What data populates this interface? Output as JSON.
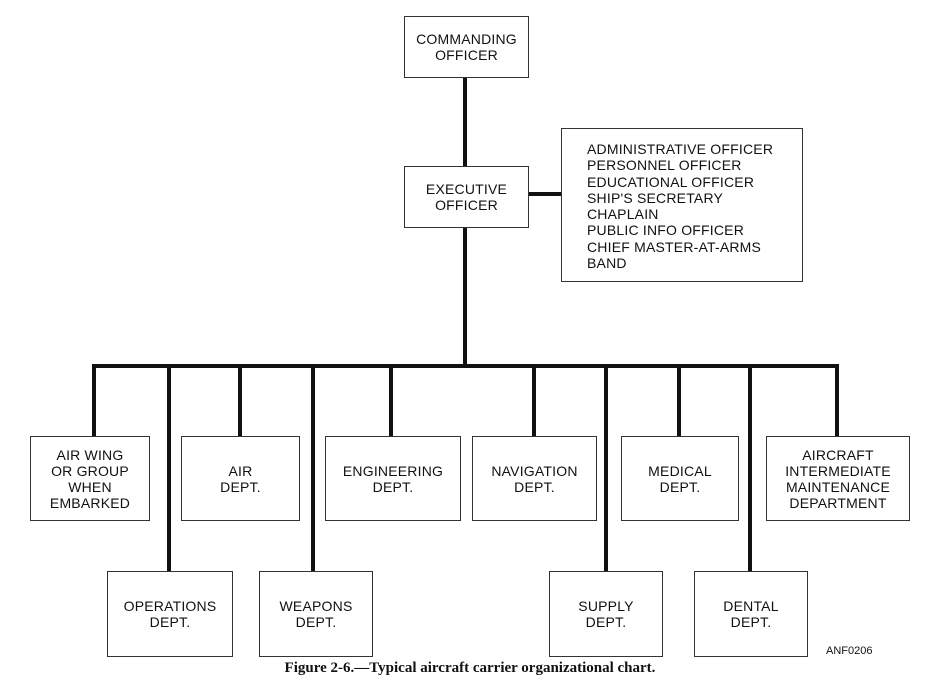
{
  "commanding_officer": "COMMANDING\nOFFICER",
  "executive_officer": "EXECUTIVE\nOFFICER",
  "staff": [
    "ADMINISTRATIVE OFFICER",
    "PERSONNEL OFFICER",
    "EDUCATIONAL OFFICER",
    "SHIP'S SECRETARY",
    "CHAPLAIN",
    "PUBLIC INFO OFFICER",
    "CHIEF MASTER-AT-ARMS",
    "BAND"
  ],
  "departments": {
    "air_wing": "AIR WING\nOR GROUP\nWHEN\nEMBARKED",
    "operations": "OPERATIONS\nDEPT.",
    "air": "AIR\nDEPT.",
    "weapons": "WEAPONS\nDEPT.",
    "engineering": "ENGINEERING\nDEPT.",
    "navigation": "NAVIGATION\nDEPT.",
    "supply": "SUPPLY\nDEPT.",
    "medical": "MEDICAL\nDEPT.",
    "dental": "DENTAL\nDEPT.",
    "aimd": "AIRCRAFT\nINTERMEDIATE\nMAINTENANCE\nDEPARTMENT"
  },
  "figure_code": "ANF0206",
  "caption": "Figure 2-6.—Typical aircraft carrier organizational chart."
}
